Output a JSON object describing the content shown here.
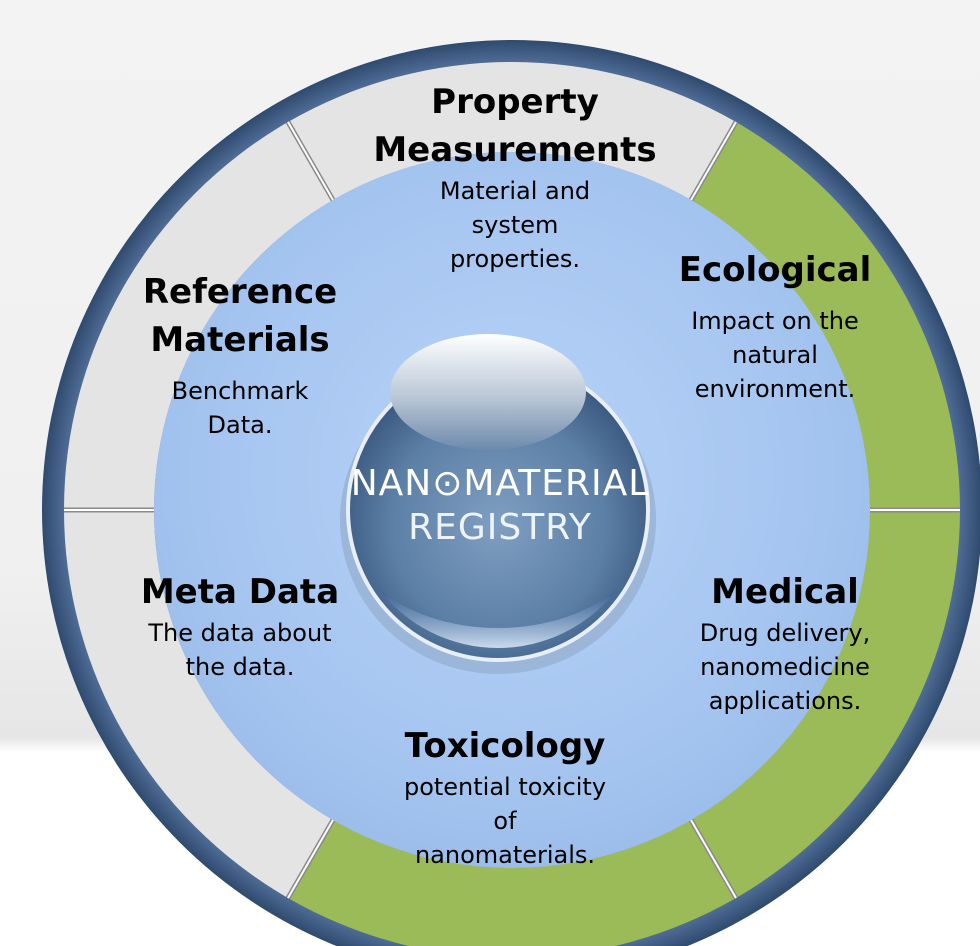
{
  "logo": {
    "line1": "NAN⊙MATERIAL",
    "line2": "REGISTRY"
  },
  "segments": {
    "property": {
      "title_line1": "Property",
      "title_line2": "Measurements",
      "desc": [
        "Material and",
        "system",
        "properties."
      ]
    },
    "ecological": {
      "title": "Ecological",
      "desc": [
        "Impact on the",
        "natural",
        "environment."
      ]
    },
    "medical": {
      "title": "Medical",
      "desc": [
        "Drug delivery,",
        "nanomedicine",
        "applications."
      ]
    },
    "toxicology": {
      "title": "Toxicology",
      "desc": [
        "potential toxicity",
        "of",
        "nanomaterials."
      ]
    },
    "metadata": {
      "title": "Meta Data",
      "desc": [
        "The data about",
        "the data."
      ]
    },
    "reference": {
      "title_line1": "Reference",
      "title_line2": "Materials",
      "desc": [
        "Benchmark",
        "Data."
      ]
    }
  },
  "colors": {
    "ring_gray": "#e4e4e4",
    "ring_green": "#9bbb59",
    "inner_blue": "#a9c8f2",
    "rim_blue": "#4f6e94",
    "sphere_blue": "#5b7ea3"
  }
}
